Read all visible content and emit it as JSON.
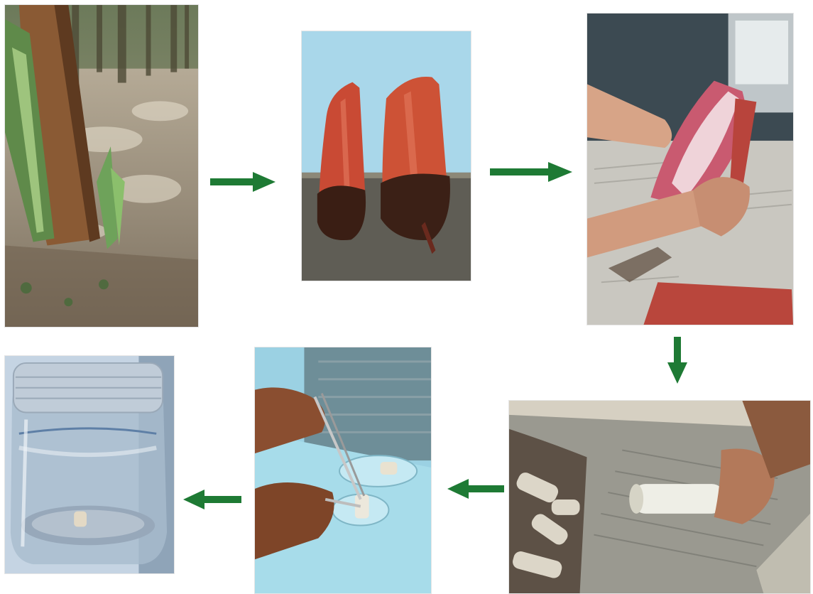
{
  "diagram": {
    "steps": [
      {
        "name": "banana-plantation-photo",
        "depicts": "sucker-at-base-of-banana-plant"
      },
      {
        "name": "excised-suckers-photo",
        "depicts": "two-trimmed-suckers"
      },
      {
        "name": "peeling-leaf-sheaths-photo",
        "depicts": "hands-removing-outer-sheaths"
      },
      {
        "name": "cutting-shoot-tip-photo",
        "depicts": "hand-holding-trimmed-corm-on-newspaper"
      },
      {
        "name": "explant-dissection-photo",
        "depicts": "forceps-and-scalpel-over-petri-dish"
      },
      {
        "name": "culture-jar-photo",
        "depicts": "explant-in-glass-culture-jar"
      }
    ],
    "arrows": [
      {
        "from": 1,
        "to": 2,
        "direction": "right"
      },
      {
        "from": 2,
        "to": 3,
        "direction": "right"
      },
      {
        "from": 3,
        "to": 4,
        "direction": "down"
      },
      {
        "from": 4,
        "to": 5,
        "direction": "left"
      },
      {
        "from": 5,
        "to": 6,
        "direction": "left"
      }
    ],
    "arrow_color": "#1e7a34"
  }
}
